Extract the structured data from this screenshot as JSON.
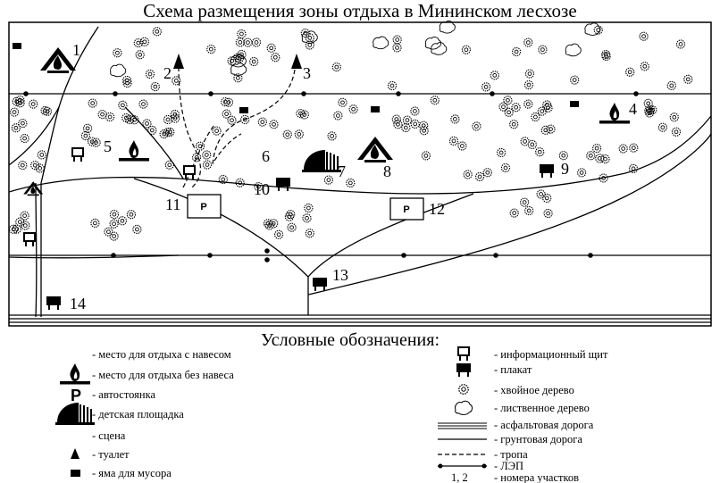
{
  "title": "Схема размещения зоны отдыха в Мининском лесхозе",
  "legend_title": "Условные обозначения:",
  "site_numbers": [
    "1",
    "2",
    "3",
    "4",
    "5",
    "6",
    "7",
    "8",
    "9",
    "10",
    "11",
    "12",
    "13",
    "14"
  ],
  "legend_left": [
    {
      "icon": "shelter-icon",
      "text": "- место для отдыха с навесом"
    },
    {
      "icon": "campfire-icon",
      "text": "- место для отдыха без навеса"
    },
    {
      "icon": "parking-icon",
      "symbol": "P",
      "text": "- автостоянка"
    },
    {
      "icon": "playground-icon",
      "text": "- детская площадка"
    },
    {
      "icon": "stage-icon",
      "text": "- сцена"
    },
    {
      "icon": "toilet-icon",
      "text": "- туалет"
    },
    {
      "icon": "trash-pit-icon",
      "text": "- яма для мусора"
    }
  ],
  "legend_right": [
    {
      "icon": "info-board-icon",
      "text": "- информационный щит"
    },
    {
      "icon": "poster-icon",
      "text": "- плакат"
    },
    {
      "icon": "conifer-tree-icon",
      "text": "- хвойное дерево"
    },
    {
      "icon": "deciduous-tree-icon",
      "text": "- лиственное дерево"
    },
    {
      "icon": "asphalt-road-icon",
      "text": "- асфальтовая дорога"
    },
    {
      "icon": "dirt-road-icon",
      "text": "- грунтовая дорога"
    },
    {
      "icon": "path-icon",
      "text": "- тропа"
    },
    {
      "icon": "power-line-icon",
      "text": "- ЛЭП"
    },
    {
      "icon": "plot-numbers-icon",
      "symbol": "1, 2",
      "text": "- номера участков"
    }
  ]
}
